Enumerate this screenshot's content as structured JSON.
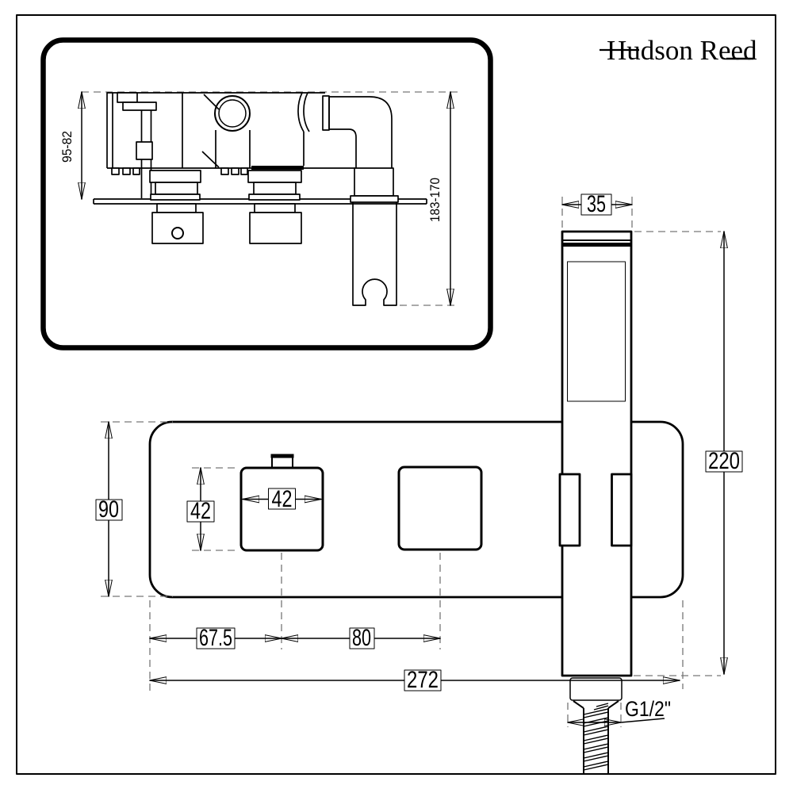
{
  "page": {
    "background": "#ffffff",
    "line_color": "#000000"
  },
  "brand": {
    "logo_text": "Hudson Reed"
  },
  "inset_side_view": {
    "dim_valve_depth": "95-82",
    "dim_outlet_height": "183-170"
  },
  "front_view": {
    "handset": {
      "dim_width": "35",
      "dim_height": "220",
      "dim_hose_thread": "G1/2\""
    },
    "faceplate": {
      "dim_height": "90",
      "dim_width": "272"
    },
    "controls": {
      "dim_handle_width": "42",
      "dim_handle_height": "42",
      "dim_edge_to_first": "67.5",
      "dim_spacing": "80"
    }
  }
}
